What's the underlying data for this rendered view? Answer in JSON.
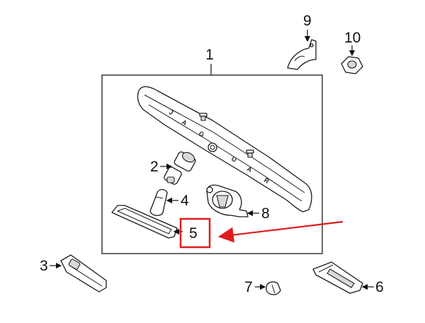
{
  "diagram": {
    "callouts": {
      "c1": "1",
      "c2": "2",
      "c3": "3",
      "c4": "4",
      "c5": "5",
      "c6": "6",
      "c7": "7",
      "c8": "8",
      "c9": "9",
      "c10": "10"
    },
    "emblem_letters": [
      "J",
      "A",
      "G",
      "U",
      "A",
      "R"
    ],
    "highlight_color": "#e01b1b"
  }
}
